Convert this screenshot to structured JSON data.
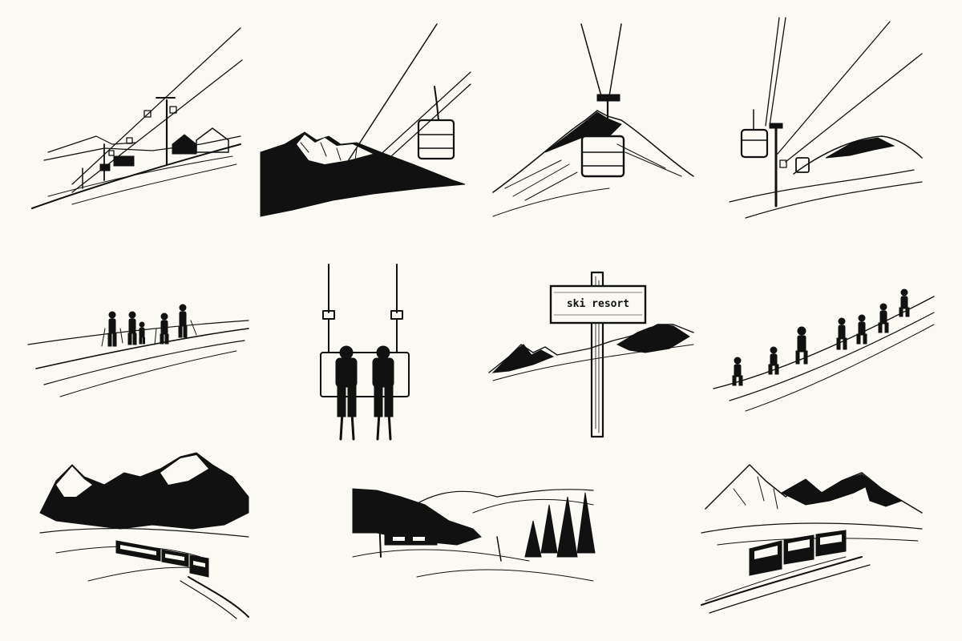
{
  "sign": {
    "text": "ski resort"
  },
  "colors": {
    "paper": "#fbf9f4",
    "ink": "#111111"
  },
  "scenes": [
    "cable-car-village",
    "gondola-mountain",
    "gondola-summit",
    "gondola-tower",
    "ski-group-slope",
    "chairlift-riders",
    "ski-resort-signpost",
    "skiers-climbing",
    "train-mountains",
    "valley-chalet",
    "train-tunnel-mountains"
  ]
}
